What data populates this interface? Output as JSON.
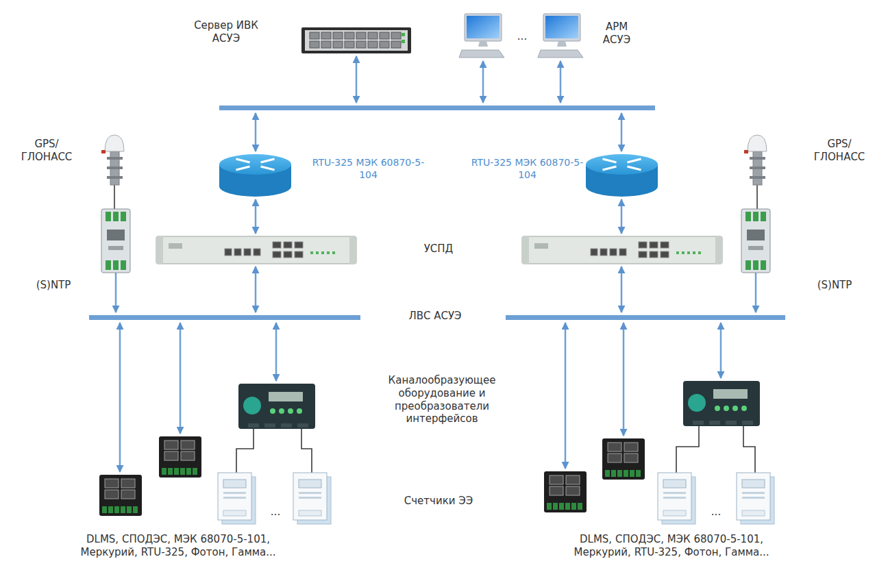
{
  "diagram": {
    "nodes": [
      {
        "text": [
          "Сервер ИВК АСУЭ"
        ]
      },
      {
        "text": []
      },
      {
        "text": [
          "АРМ АСУЭ"
        ]
      },
      {
        "text": []
      },
      {
        "text": [
          "GPS/ ГЛОНАСС"
        ]
      },
      {
        "text": [
          "RTU-325 МЭК 60870-5-104"
        ]
      },
      {
        "text": [
          "RTU-325 МЭК 60870-5-104"
        ]
      },
      {
        "text": [
          "GPS/ ГЛОНАСС"
        ]
      },
      {
        "text": [
          "(S)NTP"
        ]
      },
      {
        "text": []
      },
      {
        "text": []
      },
      {
        "text": [
          "(S)NTP"
        ]
      },
      {
        "text": []
      },
      {
        "text": []
      },
      {
        "text": []
      },
      {
        "text": []
      },
      {
        "text": []
      },
      {
        "text": []
      },
      {
        "text": []
      },
      {
        "text": []
      },
      {
        "text": []
      },
      {
        "text": []
      },
      {
        "text": []
      },
      {
        "text": []
      }
    ],
    "edges": [
      {
        "from": 0,
        "to": 3,
        "arrow": "both"
      },
      {
        "from": 1,
        "to": 3,
        "arrow": "both"
      },
      {
        "from": 2,
        "to": 3,
        "arrow": "both"
      },
      {
        "from": 3,
        "to": 5,
        "arrow": "both"
      },
      {
        "from": 3,
        "to": 6,
        "arrow": "both"
      },
      {
        "from": 5,
        "to": 9,
        "arrow": "both"
      },
      {
        "from": 6,
        "to": 10,
        "arrow": "both"
      },
      {
        "from": 9,
        "to": 12,
        "arrow": "both"
      },
      {
        "from": 10,
        "to": 13,
        "arrow": "both"
      },
      {
        "from": 4,
        "to": 8,
        "arrow": "none"
      },
      {
        "from": 7,
        "to": 11,
        "arrow": "none"
      },
      {
        "from": 8,
        "to": 12,
        "arrow": "to"
      },
      {
        "from": 11,
        "to": 13,
        "arrow": "to"
      },
      {
        "from": 12,
        "to": 14,
        "arrow": "both"
      },
      {
        "from": 12,
        "to": 15,
        "arrow": "both"
      },
      {
        "from": 12,
        "to": 16,
        "arrow": "both"
      },
      {
        "from": 16,
        "to": 17,
        "arrow": "none"
      },
      {
        "from": 16,
        "to": 18,
        "arrow": "none"
      },
      {
        "from": 13,
        "to": 19,
        "arrow": "both"
      },
      {
        "from": 13,
        "to": 20,
        "arrow": "both"
      },
      {
        "from": 13,
        "to": 21,
        "arrow": "both"
      },
      {
        "from": 21,
        "to": 22,
        "arrow": "none"
      },
      {
        "from": 21,
        "to": 23,
        "arrow": "none"
      }
    ],
    "labels": [
      "...",
      "УСПД",
      "ЛВС АСУЭ",
      "Каналообразующее оборудование и преобразователи интерфейсов",
      "Счетчики ЭЭ",
      "...",
      "...",
      "DLMS, СПОДЭС, МЭК 68070-5-101, Меркурий, RTU-325, Фотон, Гамма...",
      "DLMS, СПОДЭС, МЭК 68070-5-101, Меркурий, RTU-325, Фотон, Гамма..."
    ]
  }
}
